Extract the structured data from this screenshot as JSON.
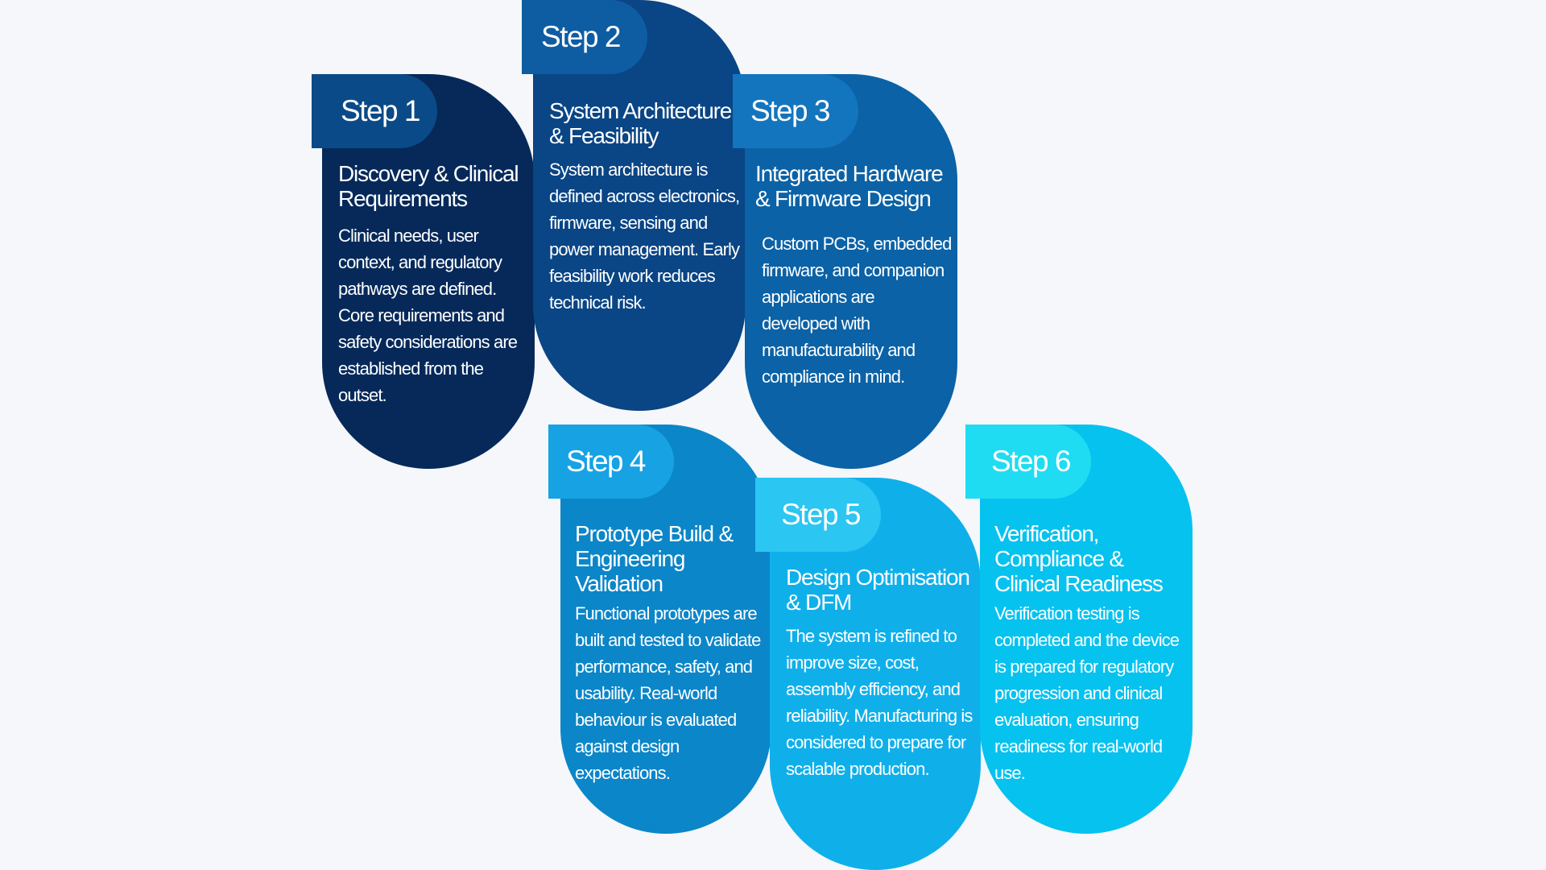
{
  "steps": [
    {
      "label": "Step 1",
      "title": "Discovery & Clinical Requirements",
      "description": "Clinical needs, user context, and regulatory pathways are defined. Core requirements and safety considerations are established from the outset.",
      "color": "#06295a",
      "tab_color": "#0b4a88"
    },
    {
      "label": "Step 2",
      "title": "System Architecture & Feasibility",
      "description": "System architecture is defined across electronics, firmware, sensing and power management. Early feasibility work reduces technical risk.",
      "color": "#0a4585",
      "tab_color": "#0e5da3"
    },
    {
      "label": "Step 3",
      "title": "Integrated Hardware & Firmware Design",
      "description": "Custom PCBs, embedded firmware, and companion applications are developed with manufacturability and compliance in mind.",
      "color": "#0b62a6",
      "tab_color": "#1375bd"
    },
    {
      "label": "Step 4",
      "title": "Prototype Build & Engineering Validation",
      "description": "Functional prototypes are built and tested to validate performance, safety, and usability. Real-world behaviour is evaluated against design expectations.",
      "color": "#0b86c9",
      "tab_color": "#17a2e3"
    },
    {
      "label": "Step 5",
      "title": "Design Optimisation & DFM",
      "description": "The system is refined to improve size, cost, assembly efficiency, and reliability. Manufacturing is considered to prepare for scalable production.",
      "color": "#0fb0ea",
      "tab_color": "#2bc6f1"
    },
    {
      "label": "Step 6",
      "title": "Verification, Compliance & Clinical Readiness",
      "description": "Verification testing is completed and the device is prepared for regulatory progression and clinical evaluation, ensuring readiness for real-world use.",
      "color": "#06c2ef",
      "tab_color": "#20dcf2"
    }
  ]
}
